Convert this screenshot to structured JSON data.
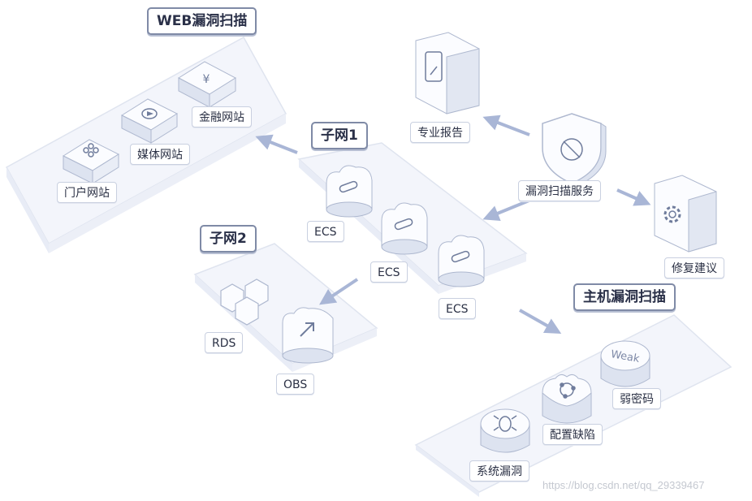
{
  "groups": {
    "web_scan": "WEB漏洞扫描",
    "subnet1": "子网1",
    "subnet2": "子网2",
    "host_scan": "主机漏洞扫描"
  },
  "web": {
    "portal": "门户网站",
    "media": "媒体网站",
    "finance": "金融网站"
  },
  "subnet1": {
    "ecs_1": "ECS",
    "ecs_2": "ECS",
    "ecs_3": "ECS"
  },
  "subnet2": {
    "rds": "RDS",
    "obs": "OBS"
  },
  "service": {
    "scan_service": "漏洞扫描服务",
    "report": "专业报告",
    "repair": "修复建议"
  },
  "host": {
    "weak_badge": "Weak",
    "weak_password": "弱密码",
    "config_defect": "配置缺陷",
    "system_vuln": "系统漏洞"
  },
  "watermark": "https://blog.csdn.net/qq_29339467",
  "colors": {
    "platform": "#f3f5fb",
    "platform_edge": "#dfe4ef",
    "device_top": "#fbfcff",
    "device_side": "#dde3f0",
    "device_edge": "#aeb8cf",
    "arrow": "#a9b6d6",
    "title_border": "#7f8aa6"
  },
  "icons": [
    "puzzle-icon",
    "play-icon",
    "yen-icon",
    "cloud-icon",
    "hexagon-icon",
    "upload-arrow-icon",
    "phone-report-icon",
    "shield-icon",
    "gear-icon",
    "bug-icon",
    "refresh-icon"
  ]
}
